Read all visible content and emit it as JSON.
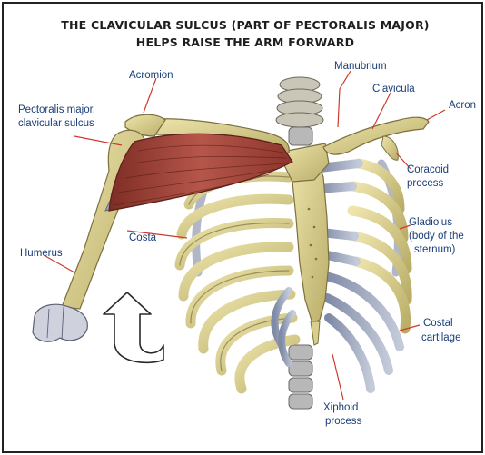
{
  "title": {
    "line1": "THE CLAVICULAR SULCUS (PART OF PECTORALIS MAJOR)",
    "line2": "HELPS RAISE THE ARM FORWARD"
  },
  "labels": {
    "acromion_left": "Acromion",
    "pectoralis_line1": "Pectoralis major,",
    "pectoralis_line2": "clavicular sulcus",
    "humerus": "Humerus",
    "costa": "Costa",
    "manubrium": "Manubrium",
    "clavicula": "Clavicula",
    "acromion_right": "Acron",
    "coracoid_line1": "Coracoid",
    "coracoid_line2": "process",
    "gladiolus_line1": "Gladiolus",
    "gladiolus_line2": "(body of the",
    "gladiolus_line3": "sternum)",
    "costal_line1": "Costal",
    "costal_line2": "cartilage",
    "xiphoid_line1": "Xiphoid",
    "xiphoid_line2": "process"
  },
  "colors": {
    "bone": "#d9cf8c",
    "cartilage": "#9aa6bf",
    "muscle": "#a8483c",
    "label_text": "#1a3e78",
    "leader_line": "#cc3b2e",
    "border": "#222222"
  }
}
